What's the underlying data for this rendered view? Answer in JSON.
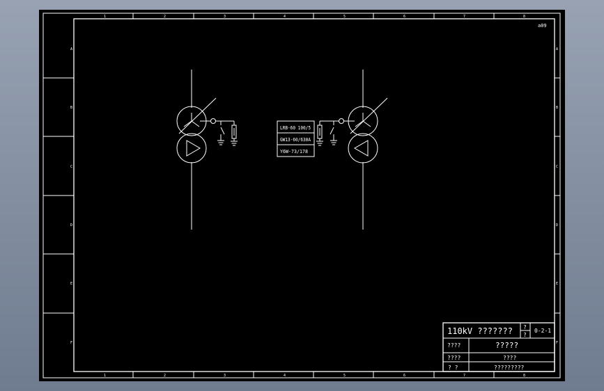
{
  "sheet": {
    "code": "a09",
    "border_columns": [
      "1",
      "2",
      "3",
      "4",
      "5",
      "6",
      "7",
      "8"
    ],
    "border_rows": [
      "A",
      "B",
      "C",
      "D",
      "E",
      "F"
    ]
  },
  "equipment_labels": [
    "LRB-60   100/5",
    "GW13-60/630A",
    "Y6W-73/178"
  ],
  "title_block": {
    "project_title": "110kV ???????",
    "small_mark_top": "?",
    "small_mark_bottom": "?",
    "drawing_number": "0-2-1",
    "row2_label": "????",
    "row2_value": "?????",
    "row3_label": "????",
    "row3_value": "????",
    "row4_label": "? ?",
    "row4_value": "?????????"
  },
  "colors": {
    "background": "#000000",
    "lines": "#ffffff",
    "window_frame": "#8a94a6"
  }
}
